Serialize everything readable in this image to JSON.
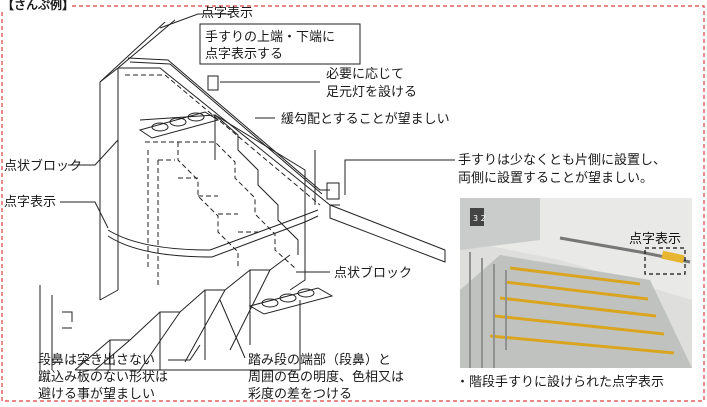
{
  "header": {
    "title_fragment": "【さんぷ例】"
  },
  "labels": {
    "tenji_hyouji_top": "点字表示",
    "tesuri_line1": "手すりの上端・下端に",
    "tesuri_line2": "点字表示する",
    "ashimoto_line1": "必要に応じて",
    "ashimoto_line2": "足元灯を設ける",
    "kankoubai": "緩勾配とすることが望ましい",
    "tenjo_block_left": "点状ブロック",
    "tenji_hyouji_left": "点字表示",
    "tesuri_side_line1": "手すりは少なくとも片側に設置し、",
    "tesuri_side_line2": "両側に設置することが望ましい。",
    "tenjo_block_bottom": "点状ブロック",
    "danbana_line1": "段鼻は突き出さない",
    "danbana_line2": "蹴込み板のない形状は",
    "danbana_line3": "避ける事が望ましい",
    "fumizura_line1": "踏み段の端部（段鼻）と",
    "fumizura_line2": "周囲の色の明度、色相又は",
    "fumizura_line3": "彩度の差をつける",
    "photo_label": "点字表示",
    "photo_caption": "・階段手すりに設けられた点字表示",
    "photo_sign_number": "3 2"
  },
  "colors": {
    "border_red": "#d94040",
    "handrail_yellow": "#e8b530",
    "step_tread": "#f0f0ee",
    "wall_white": "#ffffff"
  }
}
